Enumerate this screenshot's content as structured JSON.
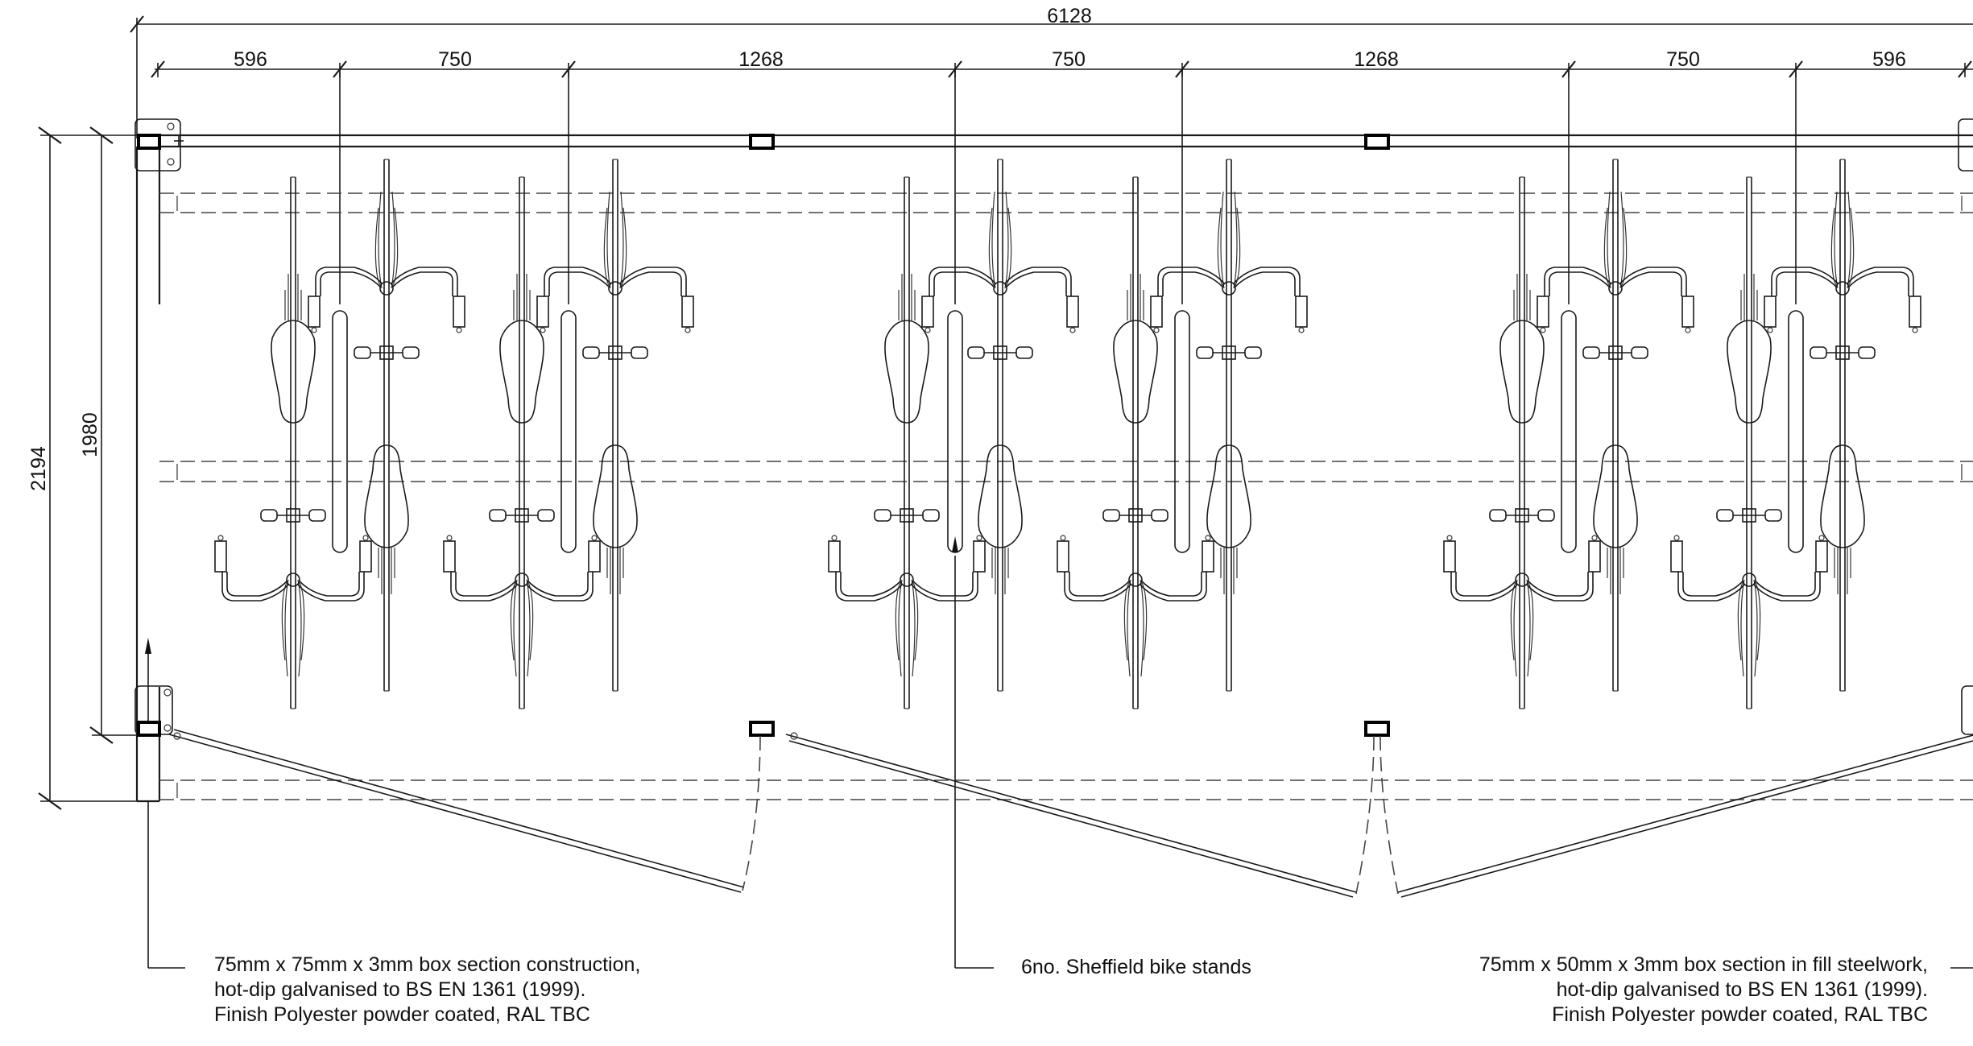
{
  "dimensions": {
    "overall_width": "6128",
    "top_row": [
      "596",
      "750",
      "1268",
      "750",
      "1268",
      "750",
      "596"
    ],
    "overall_depth": "2194",
    "inner_depth": "1980"
  },
  "notes": {
    "left": [
      "75mm x 75mm x 3mm box section construction,",
      "hot-dip galvanised to BS EN 1361 (1999).",
      "Finish Polyester powder coated, RAL TBC"
    ],
    "center": [
      "6no. Sheffield bike stands"
    ],
    "right": [
      "75mm x 50mm x 3mm box section in fill steelwork,",
      "hot-dip galvanised to BS EN 1361 (1999).",
      "Finish Polyester powder coated, RAL TBC"
    ]
  }
}
